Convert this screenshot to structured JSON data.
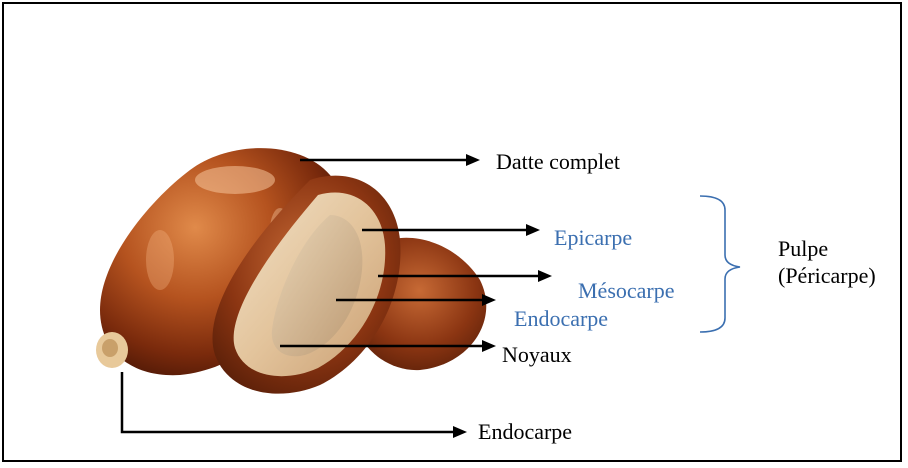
{
  "labels": {
    "datte_complet": "Datte complet",
    "epicarpe": "Epicarpe",
    "mesocarpe": "Mésocarpe",
    "endocarpe_inner": "Endocarpe",
    "noyaux": "Noyaux",
    "endocarpe_bottom": "Endocarpe",
    "pulpe_line1": "Pulpe",
    "pulpe_line2": "(Péricarpe)"
  },
  "colors": {
    "black_label": "#000000",
    "blue_label": "#3b6fb0",
    "bracket": "#3b6fb0"
  }
}
